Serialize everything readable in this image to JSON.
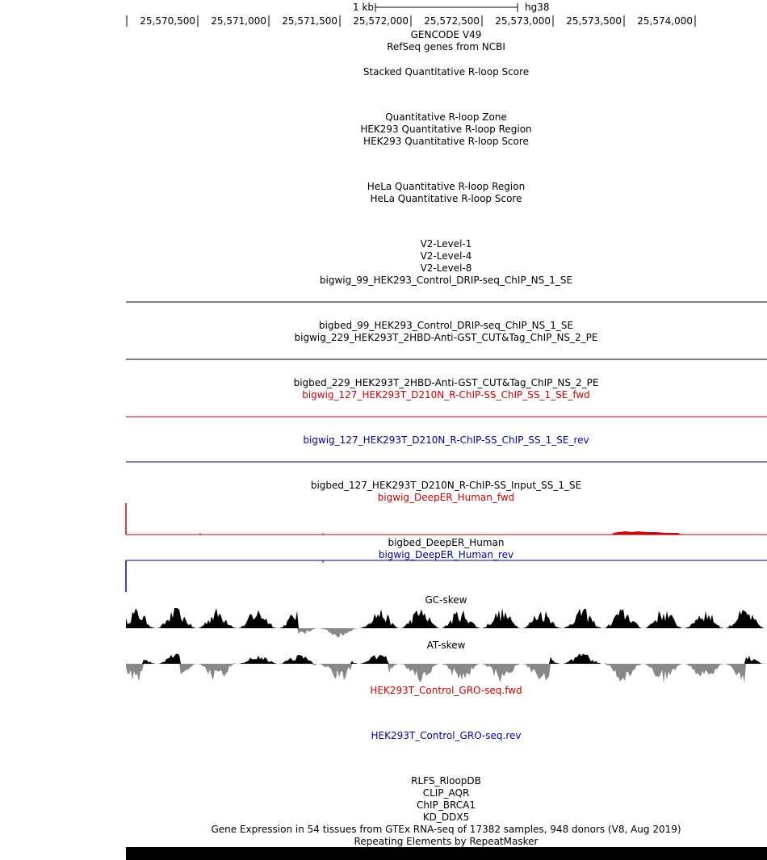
{
  "scale_bar": {
    "length_label": "1 kb",
    "assembly": "hg38"
  },
  "ruler": {
    "ticks": [
      "25,570,500",
      "25,571,000",
      "25,571,500",
      "25,572,000",
      "25,572,500",
      "25,573,000",
      "25,573,500",
      "25,574,000"
    ]
  },
  "tracks": {
    "gencode": "GENCODE V49",
    "refseq": "RefSeq genes from NCBI",
    "stacked_rloop": "Stacked Quantitative R-loop Score",
    "rloop_zone": "Quantitative R-loop Zone",
    "hek_region": "HEK293 Quantitative R-loop Region",
    "hek_score": "HEK293 Quantitative R-loop Score",
    "hela_region": "HeLa Quantitative R-loop Region",
    "hela_score": "HeLa Quantitative R-loop Score",
    "v2_l1": "V2-Level-1",
    "v2_l4": "V2-Level-4",
    "v2_l8": "V2-Level-8",
    "bigwig_99": "bigwig_99_HEK293_Control_DRIP-seq_ChIP_NS_1_SE",
    "bigbed_99": "bigbed_99_HEK293_Control_DRIP-seq_ChIP_NS_1_SE",
    "bigwig_229": "bigwig_229_HEK293T_2HBD-Anti-GST_CUT&Tag_ChIP_NS_2_PE",
    "bigbed_229": "bigbed_229_HEK293T_2HBD-Anti-GST_CUT&Tag_ChIP_NS_2_PE",
    "bigwig_127_fwd": "bigwig_127_HEK293T_D210N_R-ChIP-SS_ChIP_SS_1_SE_fwd",
    "bigwig_127_rev": "bigwig_127_HEK293T_D210N_R-ChIP-SS_ChIP_SS_1_SE_rev",
    "bigbed_127": "bigbed_127_HEK293T_D210N_R-ChIP-SS_Input_SS_1_SE",
    "deeper_fwd": "bigwig_DeepER_Human_fwd",
    "deeper_bed": "bigbed_DeepER_Human",
    "deeper_rev": "bigwig_DeepER_Human_rev",
    "gc_skew": "GC-skew",
    "at_skew": "AT-skew",
    "gro_fwd": "HEK293T_Control_GRO-seq.fwd",
    "gro_rev": "HEK293T_Control_GRO-seq.rev",
    "rlfs": "RLFS_RloopDB",
    "clip_aqr": "CLIP_AQR",
    "chip_brca1": "ChIP_BRCA1",
    "kd_ddx5": "KD_DDX5",
    "gtex": "Gene Expression in 54 tissues from GTEx RNA-seq of 17382 samples, 948 donors (V8, Aug 2019)",
    "repeatmasker": "Repeating Elements by RepeatMasker"
  },
  "colors": {
    "fwd": "#cc0000",
    "rev": "#0000aa",
    "skew_pos": "#000000",
    "skew_neg": "#888888"
  }
}
